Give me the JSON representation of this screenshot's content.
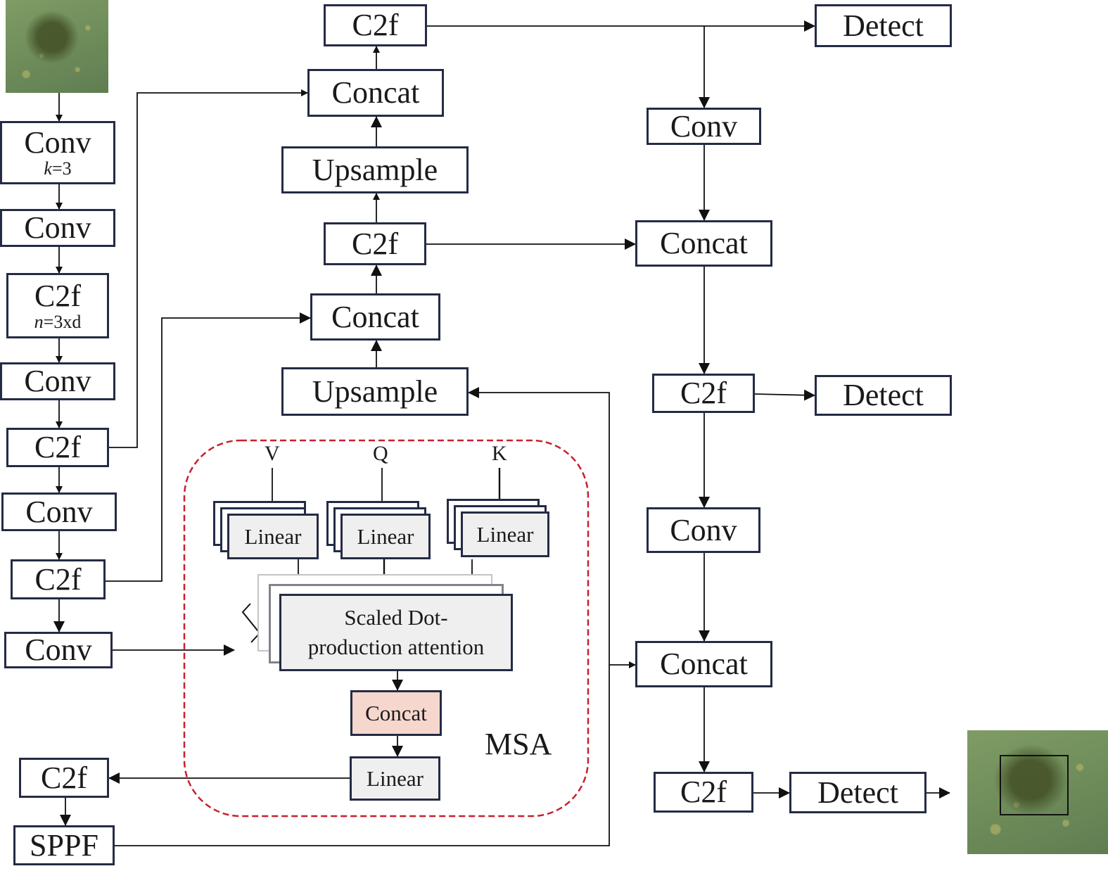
{
  "backbone": {
    "input_image": "input-underwater-image",
    "conv1": {
      "label": "Conv",
      "param": "k=3",
      "param_var": "k",
      "param_val": "=3"
    },
    "conv2": {
      "label": "Conv"
    },
    "c2f1": {
      "label": "C2f",
      "param_var": "n",
      "param_val": "=3xd"
    },
    "conv3": {
      "label": "Conv"
    },
    "c2f2": {
      "label": "C2f"
    },
    "conv4": {
      "label": "Conv"
    },
    "c2f3": {
      "label": "C2f"
    },
    "conv5": {
      "label": "Conv"
    },
    "c2f4": {
      "label": "C2f"
    },
    "sppf": {
      "label": "SPPF"
    }
  },
  "neck": {
    "c2f_top": {
      "label": "C2f"
    },
    "concat_top": {
      "label": "Concat"
    },
    "upsample_top": {
      "label": "Upsample"
    },
    "c2f_mid": {
      "label": "C2f"
    },
    "concat_mid": {
      "label": "Concat"
    },
    "upsample_bottom": {
      "label": "Upsample"
    }
  },
  "head": {
    "conv_a": {
      "label": "Conv"
    },
    "concat_a": {
      "label": "Concat"
    },
    "c2f_a": {
      "label": "C2f"
    },
    "conv_b": {
      "label": "Conv"
    },
    "concat_b": {
      "label": "Concat"
    },
    "c2f_b": {
      "label": "C2f"
    },
    "detect_1": {
      "label": "Detect"
    },
    "detect_2": {
      "label": "Detect"
    },
    "detect_3": {
      "label": "Detect"
    },
    "output_image": "output-detection-image"
  },
  "msa": {
    "title": "MSA",
    "inputs": [
      "V",
      "Q",
      "K"
    ],
    "linear_label": "Linear",
    "attention_line1": "Scaled Dot-",
    "attention_line2": "production attention",
    "concat_label": "Concat",
    "linear_out_label": "Linear",
    "border_color": "#c8202e",
    "concat_color": "#f6d7cd"
  }
}
